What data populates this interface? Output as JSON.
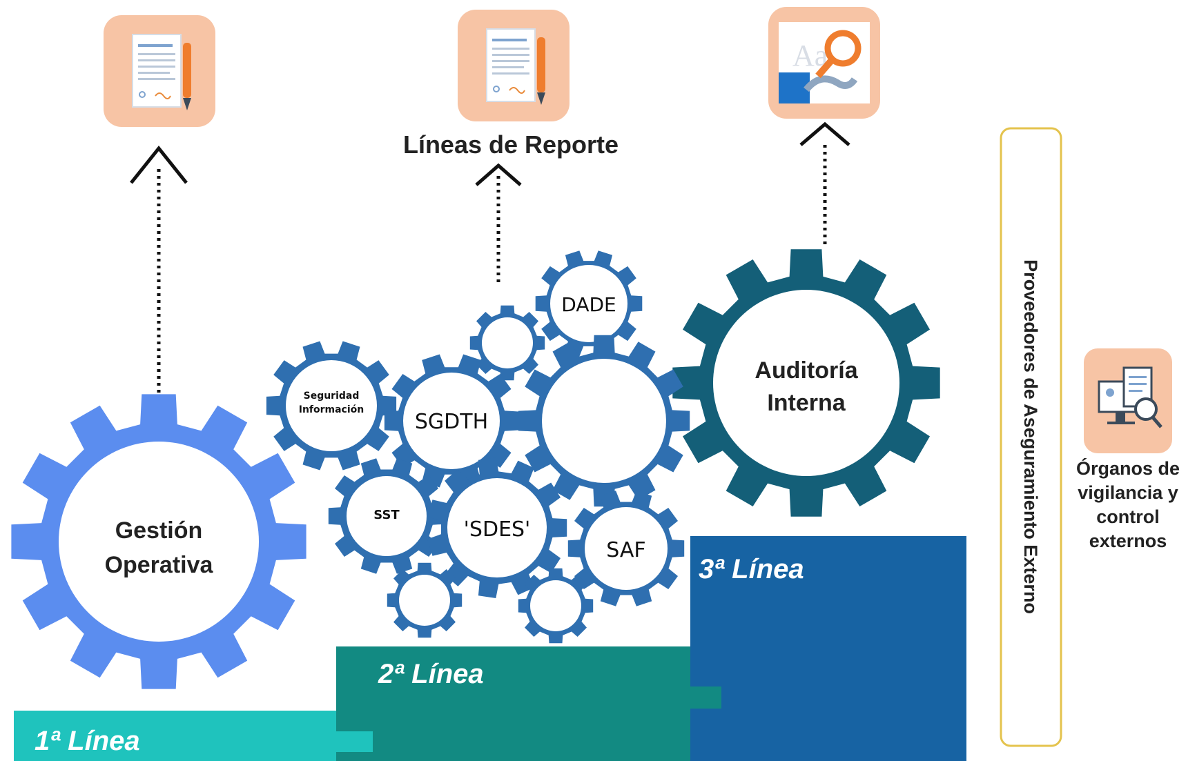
{
  "title": "Líneas de Reporte",
  "lines": {
    "first": "1ª Línea",
    "second": "2ª Línea",
    "third": "3ª Línea"
  },
  "gears": {
    "gestion_line1": "Gestión",
    "gestion_line2": "Operativa",
    "auditoria_line1": "Auditoría",
    "auditoria_line2": "Interna",
    "dade": "DADE",
    "seguridad_line1": "Seguridad",
    "seguridad_line2": "Información",
    "sgdth": "SGDTH",
    "sst": "SST",
    "sdes": "'SDES'",
    "saf": "SAF"
  },
  "external": {
    "vertical_box": "Proveedores de Aseguramiento Externo",
    "organos_line1": "Órganos de",
    "organos_line2": "vigilancia y",
    "organos_line3": "control",
    "organos_line4": "externos"
  },
  "icons": {
    "left": "document-pen-icon",
    "center": "document-pen-icon",
    "right": "magnifier-hand-icon",
    "external": "monitor-clipboard-icon"
  },
  "colors": {
    "gear_blue_light": "#5b8def",
    "gear_blue_mid": "#2f6fb0",
    "gear_teal_dark": "#145f78",
    "step1": "#1fc3bd",
    "step2": "#128a82",
    "step3": "#1763a3",
    "icon_bg": "#f7c4a5",
    "box_border": "#e4c34d"
  }
}
